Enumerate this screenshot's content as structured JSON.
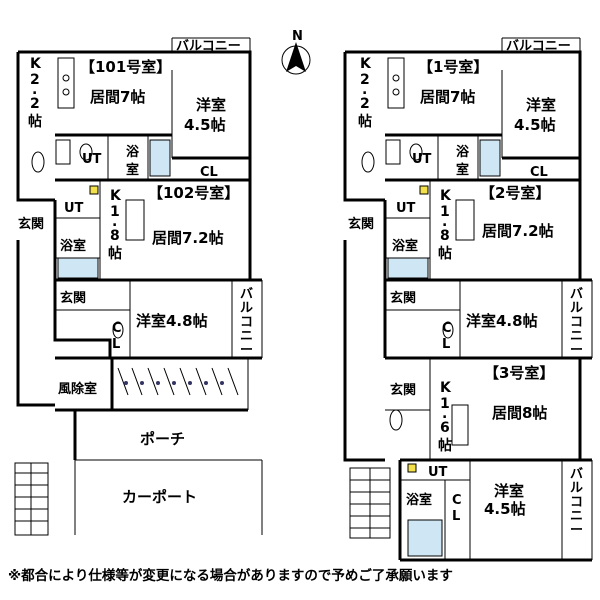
{
  "compass": {
    "label": "N"
  },
  "note": "※都合により仕様等が変更になる場合がありますので予めご了承願います",
  "building_a": {
    "unit_101": {
      "label": "【101号室】",
      "kitchen": [
        "K",
        "2",
        ".",
        "2",
        "帖"
      ],
      "living": "居間7帖",
      "western_a": "洋室",
      "western_b": "4.5帖",
      "ut": "UT",
      "bath": [
        "浴",
        "室"
      ],
      "cl": "CL",
      "balcony": "バルコニー"
    },
    "unit_102": {
      "label": "【102号室】",
      "kitchen": [
        "K",
        "1",
        ".",
        "8",
        "帖"
      ],
      "living": "居間7.2帖",
      "western": "洋室4.8帖",
      "ut": "UT",
      "bath": "浴室",
      "entrance": "玄関",
      "cl": [
        "C",
        "L"
      ],
      "balcony": [
        "バ",
        "ル",
        "コ",
        "ニ",
        "ー"
      ]
    },
    "entrance_101": "玄関",
    "windbreak": "風除室",
    "porch": "ポーチ",
    "carport": "カーポート"
  },
  "building_b": {
    "unit_1": {
      "label": "【1号室】",
      "kitchen": [
        "K",
        "2",
        ".",
        "2",
        "帖"
      ],
      "living": "居間7帖",
      "western_a": "洋室",
      "western_b": "4.5帖",
      "ut": "UT",
      "bath": [
        "浴",
        "室"
      ],
      "cl": "CL",
      "balcony": "バルコニー"
    },
    "unit_2": {
      "label": "【2号室】",
      "kitchen": [
        "K",
        "1",
        ".",
        "8",
        "帖"
      ],
      "living": "居間7.2帖",
      "western": "洋室4.8帖",
      "ut": "UT",
      "bath": "浴室",
      "entrance": "玄関",
      "cl": [
        "C",
        "L"
      ],
      "balcony": [
        "バ",
        "ル",
        "コ",
        "ニ",
        "ー"
      ]
    },
    "entrance_1": "玄関",
    "unit_3": {
      "label": "【3号室】",
      "kitchen": [
        "K",
        "1",
        ".",
        "6",
        "帖"
      ],
      "living": "居間8帖",
      "western_a": "洋室",
      "western_b": "4.5帖",
      "ut": "UT",
      "bath": "浴室",
      "entrance": "玄関",
      "cl": [
        "C",
        "L"
      ],
      "balcony": [
        "バ",
        "ル",
        "コ",
        "ニ",
        "ー"
      ]
    }
  }
}
